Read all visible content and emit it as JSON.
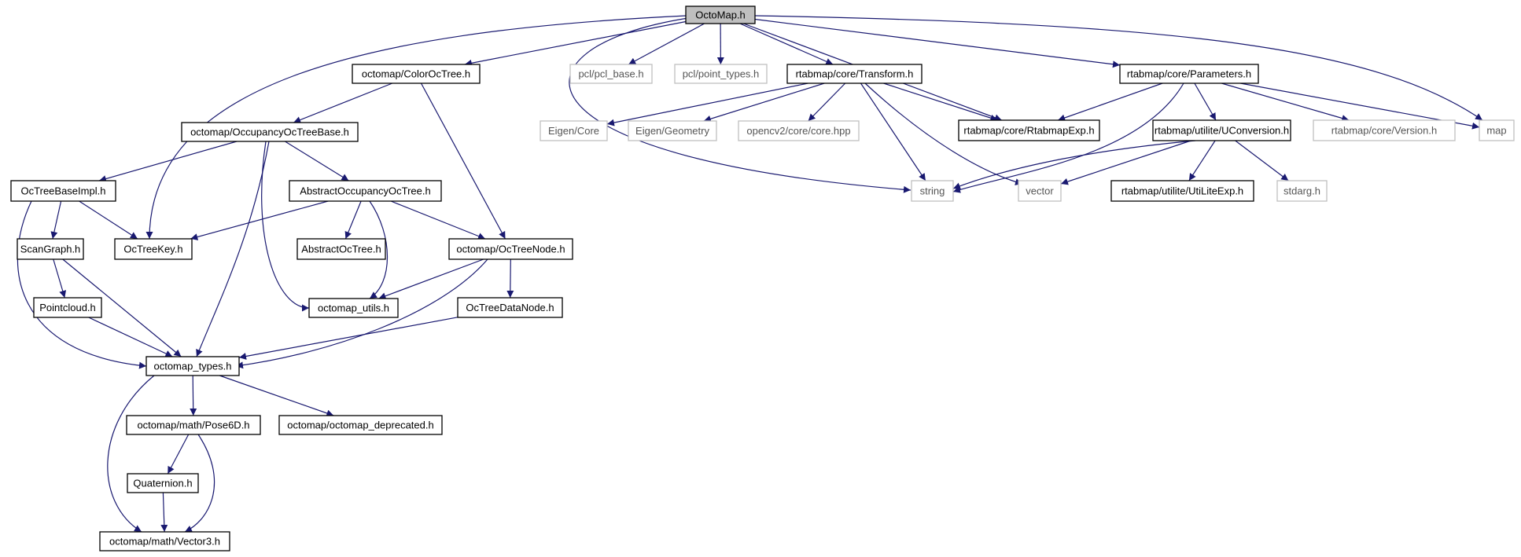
{
  "diagram": {
    "colors": {
      "edge": "#191970",
      "root_fill": "#bfbfbf",
      "node_border": "#000000",
      "external_border": "#bfbfbf",
      "external_text": "#555555",
      "text": "#000000"
    },
    "nodes": [
      {
        "id": "n_octomap_h",
        "label": "OctoMap.h",
        "kind": "root"
      },
      {
        "id": "n_coloroctree",
        "label": "octomap/ColorOcTree.h",
        "kind": "local"
      },
      {
        "id": "n_pcl_base",
        "label": "pcl/pcl_base.h",
        "kind": "external"
      },
      {
        "id": "n_point_types",
        "label": "pcl/point_types.h",
        "kind": "external"
      },
      {
        "id": "n_transform",
        "label": "rtabmap/core/Transform.h",
        "kind": "local"
      },
      {
        "id": "n_parameters",
        "label": "rtabmap/core/Parameters.h",
        "kind": "local"
      },
      {
        "id": "n_occupancybase",
        "label": "octomap/OccupancyOcTreeBase.h",
        "kind": "local"
      },
      {
        "id": "n_eigen_core",
        "label": "Eigen/Core",
        "kind": "external"
      },
      {
        "id": "n_eigen_geometry",
        "label": "Eigen/Geometry",
        "kind": "external"
      },
      {
        "id": "n_opencv",
        "label": "opencv2/core/core.hpp",
        "kind": "external"
      },
      {
        "id": "n_rtabmapexp",
        "label": "rtabmap/core/RtabmapExp.h",
        "kind": "local"
      },
      {
        "id": "n_uconversion",
        "label": "rtabmap/utilite/UConversion.h",
        "kind": "local"
      },
      {
        "id": "n_version",
        "label": "rtabmap/core/Version.h",
        "kind": "external"
      },
      {
        "id": "n_map",
        "label": "map",
        "kind": "external"
      },
      {
        "id": "n_octreebaseimpl",
        "label": "OcTreeBaseImpl.h",
        "kind": "local"
      },
      {
        "id": "n_abstractoccupancy",
        "label": "AbstractOccupancyOcTree.h",
        "kind": "local"
      },
      {
        "id": "n_string",
        "label": "string",
        "kind": "external"
      },
      {
        "id": "n_vector",
        "label": "vector",
        "kind": "external"
      },
      {
        "id": "n_utiliteexp",
        "label": "rtabmap/utilite/UtiLiteExp.h",
        "kind": "local"
      },
      {
        "id": "n_stdarg",
        "label": "stdarg.h",
        "kind": "external"
      },
      {
        "id": "n_scangraph",
        "label": "ScanGraph.h",
        "kind": "local"
      },
      {
        "id": "n_octreekey",
        "label": "OcTreeKey.h",
        "kind": "local"
      },
      {
        "id": "n_abstractoctree",
        "label": "AbstractOcTree.h",
        "kind": "local"
      },
      {
        "id": "n_octreenode",
        "label": "octomap/OcTreeNode.h",
        "kind": "local"
      },
      {
        "id": "n_pointcloud",
        "label": "Pointcloud.h",
        "kind": "local"
      },
      {
        "id": "n_octomap_utils",
        "label": "octomap_utils.h",
        "kind": "local"
      },
      {
        "id": "n_octreedatanode",
        "label": "OcTreeDataNode.h",
        "kind": "local"
      },
      {
        "id": "n_octomap_types",
        "label": "octomap_types.h",
        "kind": "local"
      },
      {
        "id": "n_pose6d",
        "label": "octomap/math/Pose6D.h",
        "kind": "local"
      },
      {
        "id": "n_deprecated",
        "label": "octomap/octomap_deprecated.h",
        "kind": "local"
      },
      {
        "id": "n_quaternion",
        "label": "Quaternion.h",
        "kind": "local"
      },
      {
        "id": "n_vector3",
        "label": "octomap/math/Vector3.h",
        "kind": "local"
      }
    ],
    "edges": [
      [
        "n_octomap_h",
        "n_coloroctree"
      ],
      [
        "n_octomap_h",
        "n_pcl_base"
      ],
      [
        "n_octomap_h",
        "n_point_types"
      ],
      [
        "n_octomap_h",
        "n_transform"
      ],
      [
        "n_octomap_h",
        "n_parameters"
      ],
      [
        "n_octomap_h",
        "n_octreekey"
      ],
      [
        "n_octomap_h",
        "n_string"
      ],
      [
        "n_octomap_h",
        "n_rtabmapexp"
      ],
      [
        "n_octomap_h",
        "n_map"
      ],
      [
        "n_coloroctree",
        "n_occupancybase"
      ],
      [
        "n_coloroctree",
        "n_octreenode"
      ],
      [
        "n_occupancybase",
        "n_octreebaseimpl"
      ],
      [
        "n_occupancybase",
        "n_abstractoccupancy"
      ],
      [
        "n_occupancybase",
        "n_octomap_utils"
      ],
      [
        "n_occupancybase",
        "n_octomap_types"
      ],
      [
        "n_octreebaseimpl",
        "n_scangraph"
      ],
      [
        "n_octreebaseimpl",
        "n_octreekey"
      ],
      [
        "n_octreebaseimpl",
        "n_octomap_types"
      ],
      [
        "n_abstractoccupancy",
        "n_octreekey"
      ],
      [
        "n_abstractoccupancy",
        "n_abstractoctree"
      ],
      [
        "n_abstractoccupancy",
        "n_octomap_utils"
      ],
      [
        "n_abstractoccupancy",
        "n_octreenode"
      ],
      [
        "n_octreenode",
        "n_octomap_utils"
      ],
      [
        "n_octreenode",
        "n_octreedatanode"
      ],
      [
        "n_octreenode",
        "n_octomap_types"
      ],
      [
        "n_scangraph",
        "n_pointcloud"
      ],
      [
        "n_scangraph",
        "n_octomap_types"
      ],
      [
        "n_pointcloud",
        "n_octomap_types"
      ],
      [
        "n_octreedatanode",
        "n_octomap_types"
      ],
      [
        "n_octomap_types",
        "n_pose6d"
      ],
      [
        "n_octomap_types",
        "n_deprecated"
      ],
      [
        "n_octomap_types",
        "n_vector3"
      ],
      [
        "n_pose6d",
        "n_quaternion"
      ],
      [
        "n_pose6d",
        "n_vector3"
      ],
      [
        "n_quaternion",
        "n_vector3"
      ],
      [
        "n_transform",
        "n_eigen_core"
      ],
      [
        "n_transform",
        "n_eigen_geometry"
      ],
      [
        "n_transform",
        "n_opencv"
      ],
      [
        "n_transform",
        "n_rtabmapexp"
      ],
      [
        "n_transform",
        "n_string"
      ],
      [
        "n_transform",
        "n_vector"
      ],
      [
        "n_parameters",
        "n_rtabmapexp"
      ],
      [
        "n_parameters",
        "n_uconversion"
      ],
      [
        "n_parameters",
        "n_version"
      ],
      [
        "n_parameters",
        "n_map"
      ],
      [
        "n_parameters",
        "n_string"
      ],
      [
        "n_uconversion",
        "n_string"
      ],
      [
        "n_uconversion",
        "n_vector"
      ],
      [
        "n_uconversion",
        "n_utiliteexp"
      ],
      [
        "n_uconversion",
        "n_stdarg"
      ]
    ]
  }
}
